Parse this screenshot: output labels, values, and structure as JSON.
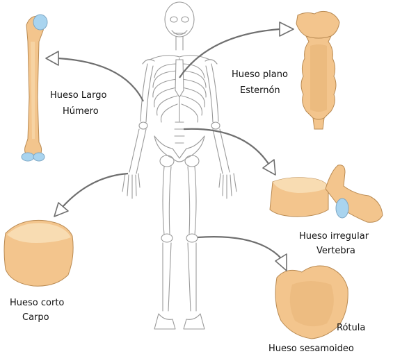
{
  "labels": {
    "long_type": "Hueso Largo",
    "long_example": "Húmero",
    "flat_type": "Hueso plano",
    "flat_example": "Esternón",
    "irregular_type": "Hueso irregular",
    "irregular_example": "Vertebra",
    "short_type": "Hueso corto",
    "short_example": "Carpo",
    "sesamoid_example": "Rótula",
    "sesamoid_type": "Hueso sesamoideo"
  },
  "colors": {
    "bone": "#f3c58d",
    "bone_outline": "#b98a52",
    "cartilage": "#a9d4ef",
    "skeleton_outline": "#9a9a9a",
    "arrow": "#6f6f6f"
  }
}
